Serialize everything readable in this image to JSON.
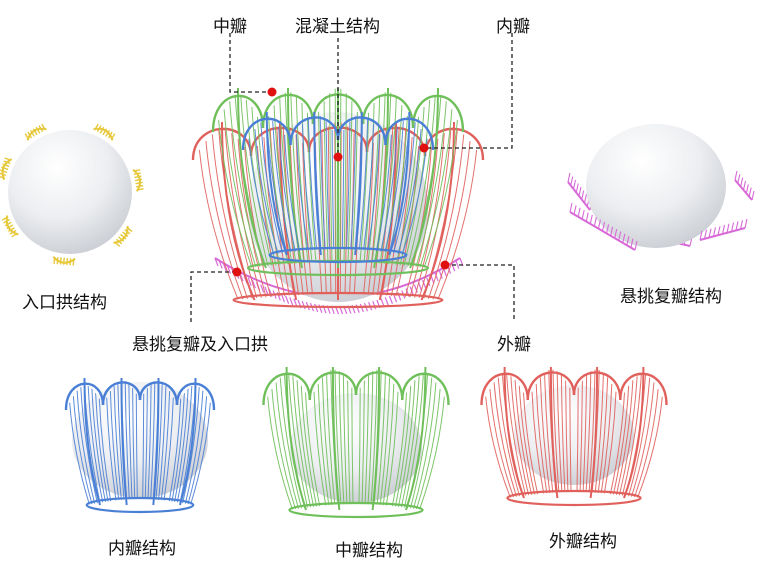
{
  "labels": {
    "mid_petal": "中瓣",
    "concrete_structure": "混凝土结构",
    "inner_petal": "内瓣",
    "entrance_arch_structure": "入口拱结构",
    "cantilever_double_petal_structure": "悬挑复瓣结构",
    "cantilever_double_petal_and_entrance_arch": "悬挑复瓣及入口拱",
    "outer_petal": "外瓣",
    "inner_petal_structure": "内瓣结构",
    "mid_petal_structure": "中瓣结构",
    "outer_petal_structure": "外瓣结构"
  },
  "colors": {
    "inner": "#4a7fd6",
    "mid": "#6fbf5a",
    "outer": "#e0605c",
    "cantilever": "#d86ad8",
    "arch": "#e6c83a",
    "marker": "#e01010",
    "dome": "#e9ebee",
    "leader": "#222222"
  }
}
